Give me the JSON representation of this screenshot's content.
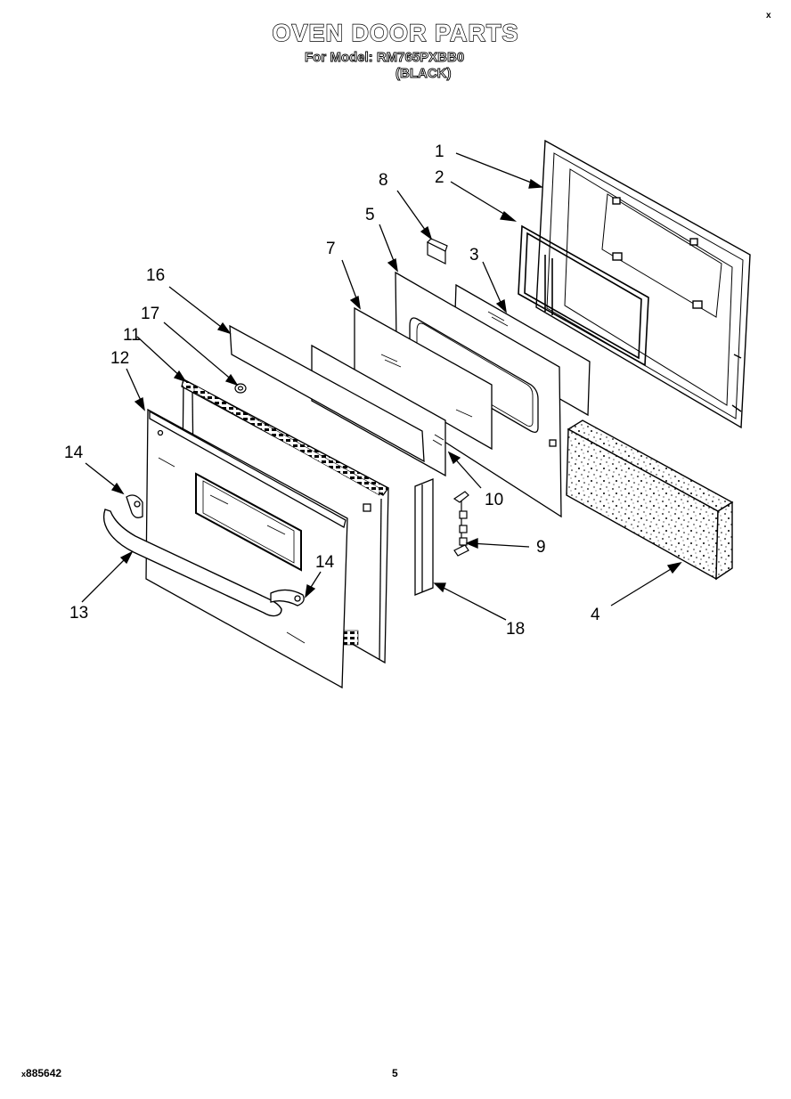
{
  "header": {
    "title": "OVEN DOOR PARTS",
    "model_line": "For Model: RM765PXBB0",
    "color_line": "(BLACK)"
  },
  "footer": {
    "doc_number": "885642",
    "page_number": "5",
    "mark_left": "x",
    "mark_top_right": "x"
  },
  "callouts": {
    "c1": "1",
    "c2": "2",
    "c3": "3",
    "c4": "4",
    "c5": "5",
    "c7": "7",
    "c8": "8",
    "c9": "9",
    "c10": "10",
    "c11": "11",
    "c12": "12",
    "c13": "13",
    "c14a": "14",
    "c14b": "14",
    "c16": "16",
    "c17": "17",
    "c18": "18"
  }
}
